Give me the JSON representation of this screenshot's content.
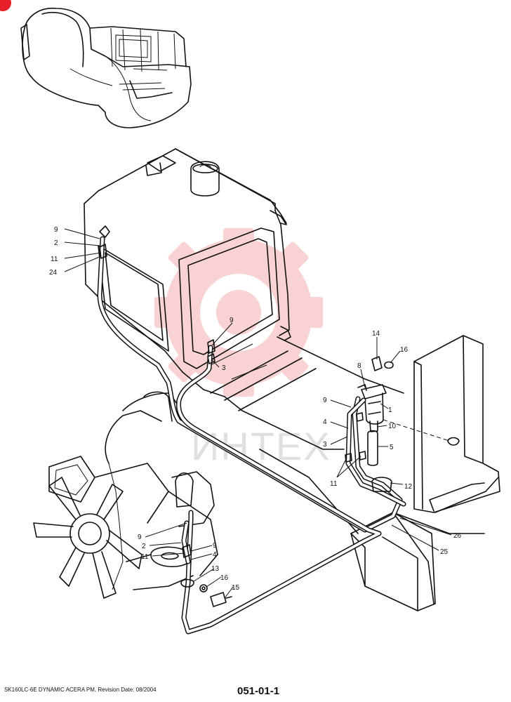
{
  "colors": {
    "line": "#111111",
    "watermark": "#f2a0a0",
    "corner_badge": "#e8202a"
  },
  "watermark": {
    "text": "ИНТЕХ"
  },
  "footer": {
    "model_text": "SK160LC-6E DYNAMIC ACERA PM, Revision Date: 08/2004",
    "page_number": "051-01-1"
  },
  "callouts": [
    "9",
    "2",
    "11",
    "24",
    "9",
    "3",
    "14",
    "16",
    "8",
    "9",
    "4",
    "3",
    "11",
    "1",
    "10",
    "5",
    "12",
    "26",
    "25",
    "9",
    "2",
    "11",
    "9",
    "4",
    "13",
    "16",
    "15"
  ]
}
